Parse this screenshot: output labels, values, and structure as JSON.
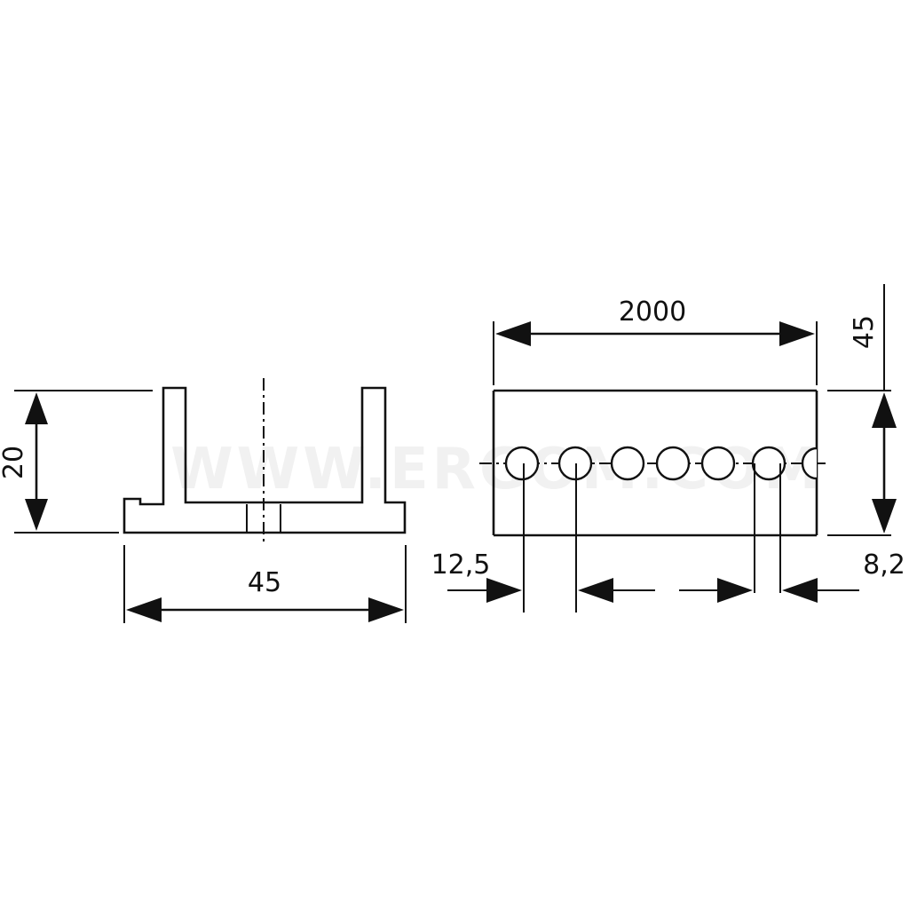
{
  "watermark": "WWW.ERGOM.COM",
  "section_view": {
    "height_label": "20",
    "width_label": "45"
  },
  "side_view": {
    "length_label": "2000",
    "width_label": "45",
    "pitch_label": "12,5",
    "hole_label": "8,2"
  }
}
